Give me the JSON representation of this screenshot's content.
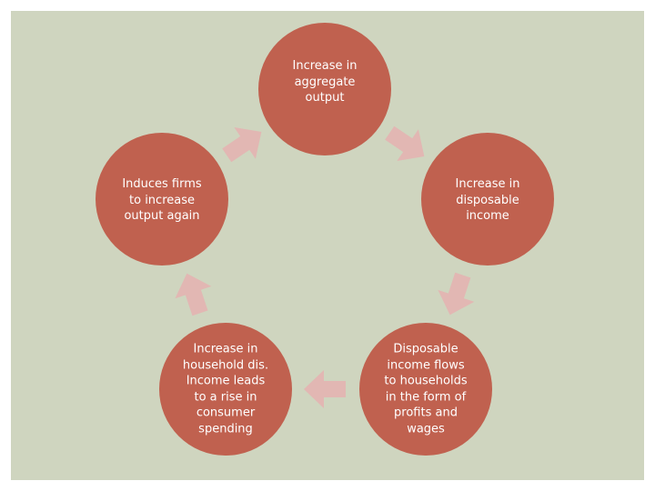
{
  "colors": {
    "background": "#cfd5bf",
    "node_fill": "#c0614f",
    "arrow_fill": "#e2b7b3",
    "label_text": "#ffffff"
  },
  "nodes": [
    {
      "id": "increase-aggregate-output",
      "label": "Increase in\naggregate\noutput"
    },
    {
      "id": "increase-disposable-income",
      "label": "Increase in\ndisposable\nincome"
    },
    {
      "id": "disposable-income-flows",
      "label": "Disposable\nincome flows\nto households\nin the form of\nprofits and\nwages"
    },
    {
      "id": "increase-household-dis-income",
      "label": "Increase in\nhousehold dis.\nIncome leads\nto a rise in\nconsumer\nspending"
    },
    {
      "id": "induces-firms",
      "label": "Induces firms\nto increase\noutput again"
    }
  ],
  "edges": [
    {
      "from": "increase-aggregate-output",
      "to": "increase-disposable-income"
    },
    {
      "from": "increase-disposable-income",
      "to": "disposable-income-flows"
    },
    {
      "from": "disposable-income-flows",
      "to": "increase-household-dis-income"
    },
    {
      "from": "increase-household-dis-income",
      "to": "induces-firms"
    },
    {
      "from": "induces-firms",
      "to": "increase-aggregate-output"
    }
  ]
}
